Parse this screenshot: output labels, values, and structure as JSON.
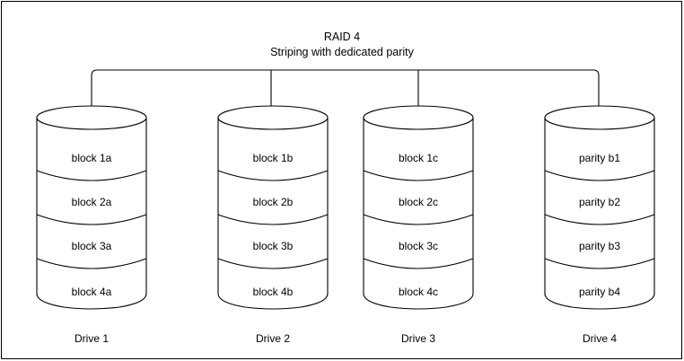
{
  "diagram": {
    "title_line1": "RAID 4",
    "title_line2": "Striping with dedicated parity",
    "stroke_color": "#000000",
    "background_color": "#ffffff",
    "drives": [
      {
        "label": "Drive 1",
        "blocks": [
          "block 1a",
          "block 2a",
          "block 3a",
          "block 4a"
        ]
      },
      {
        "label": "Drive 2",
        "blocks": [
          "block 1b",
          "block 2b",
          "block 3b",
          "block 4b"
        ]
      },
      {
        "label": "Drive 3",
        "blocks": [
          "block 1c",
          "block 2c",
          "block 3c",
          "block 4c"
        ]
      },
      {
        "label": "Drive 4",
        "blocks": [
          "parity b1",
          "parity b2",
          "parity b3",
          "parity b4"
        ]
      }
    ]
  }
}
